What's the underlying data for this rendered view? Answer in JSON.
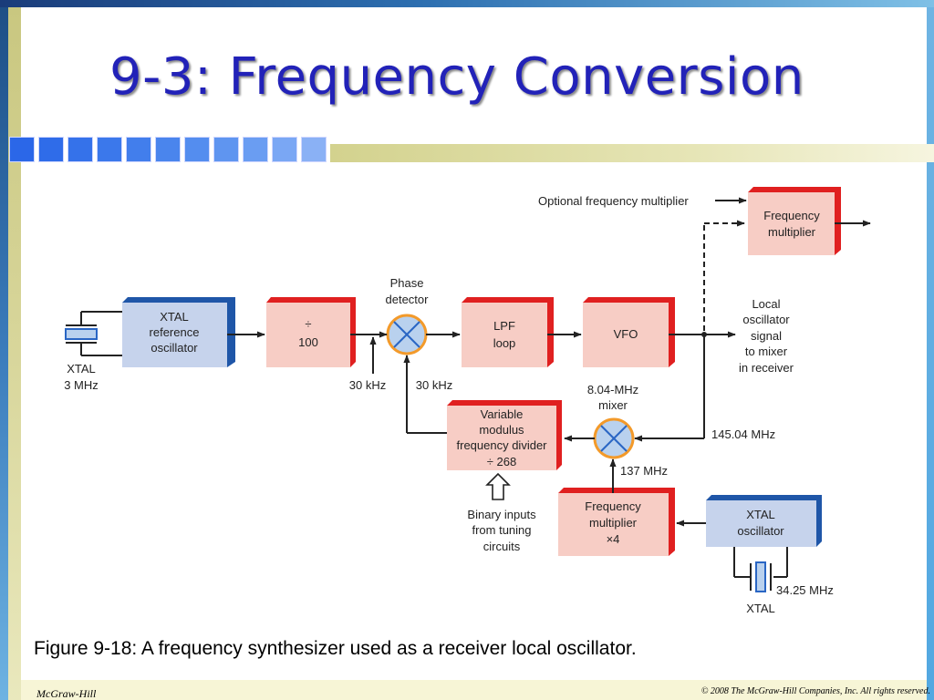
{
  "title": "9-3: Frequency Conversion",
  "colors": {
    "title": "#2222b8",
    "pink_block": "#f7cdc5",
    "blue_block": "#c6d3ec",
    "red_edge": "#e02020",
    "blue_edge": "#1f56a8",
    "square_fill": "#2b67e8"
  },
  "diagram": {
    "blocks": {
      "xtal_ref": [
        "XTAL",
        "reference",
        "oscillator"
      ],
      "divide100": [
        "÷",
        "100"
      ],
      "lpf": [
        "LPF",
        "loop"
      ],
      "vfo": [
        "VFO"
      ],
      "freq_mult_top": [
        "Frequency",
        "multiplier"
      ],
      "var_divider": [
        "Variable",
        "modulus",
        "frequency divider",
        "÷ 268"
      ],
      "freq_mult_x4": [
        "Frequency",
        "multiplier",
        "×4"
      ],
      "xtal_osc": [
        "XTAL",
        "oscillator"
      ]
    },
    "labels": {
      "optional_mult": "Optional frequency multiplier",
      "phase_detector": [
        "Phase",
        "detector"
      ],
      "xtal_left": [
        "XTAL",
        "3 MHz"
      ],
      "khz_left": "30 kHz",
      "khz_right": "30 kHz",
      "local_osc": [
        "Local",
        "oscillator",
        "signal",
        "to mixer",
        "in receiver"
      ],
      "mixer": [
        "8.04-MHz",
        "mixer"
      ],
      "mhz_145": "145.04 MHz",
      "mhz_137": "137 MHz",
      "binary_inputs": [
        "Binary inputs",
        "from tuning",
        "circuits"
      ],
      "mhz_3425": "34.25 MHz",
      "xtal_bottom": "XTAL"
    }
  },
  "caption": "Figure 9-18: A frequency synthesizer used as a receiver local oscillator.",
  "footer": {
    "left": "McGraw-Hill",
    "right": "© 2008 The McGraw-Hill Companies, Inc. All rights reserved."
  }
}
